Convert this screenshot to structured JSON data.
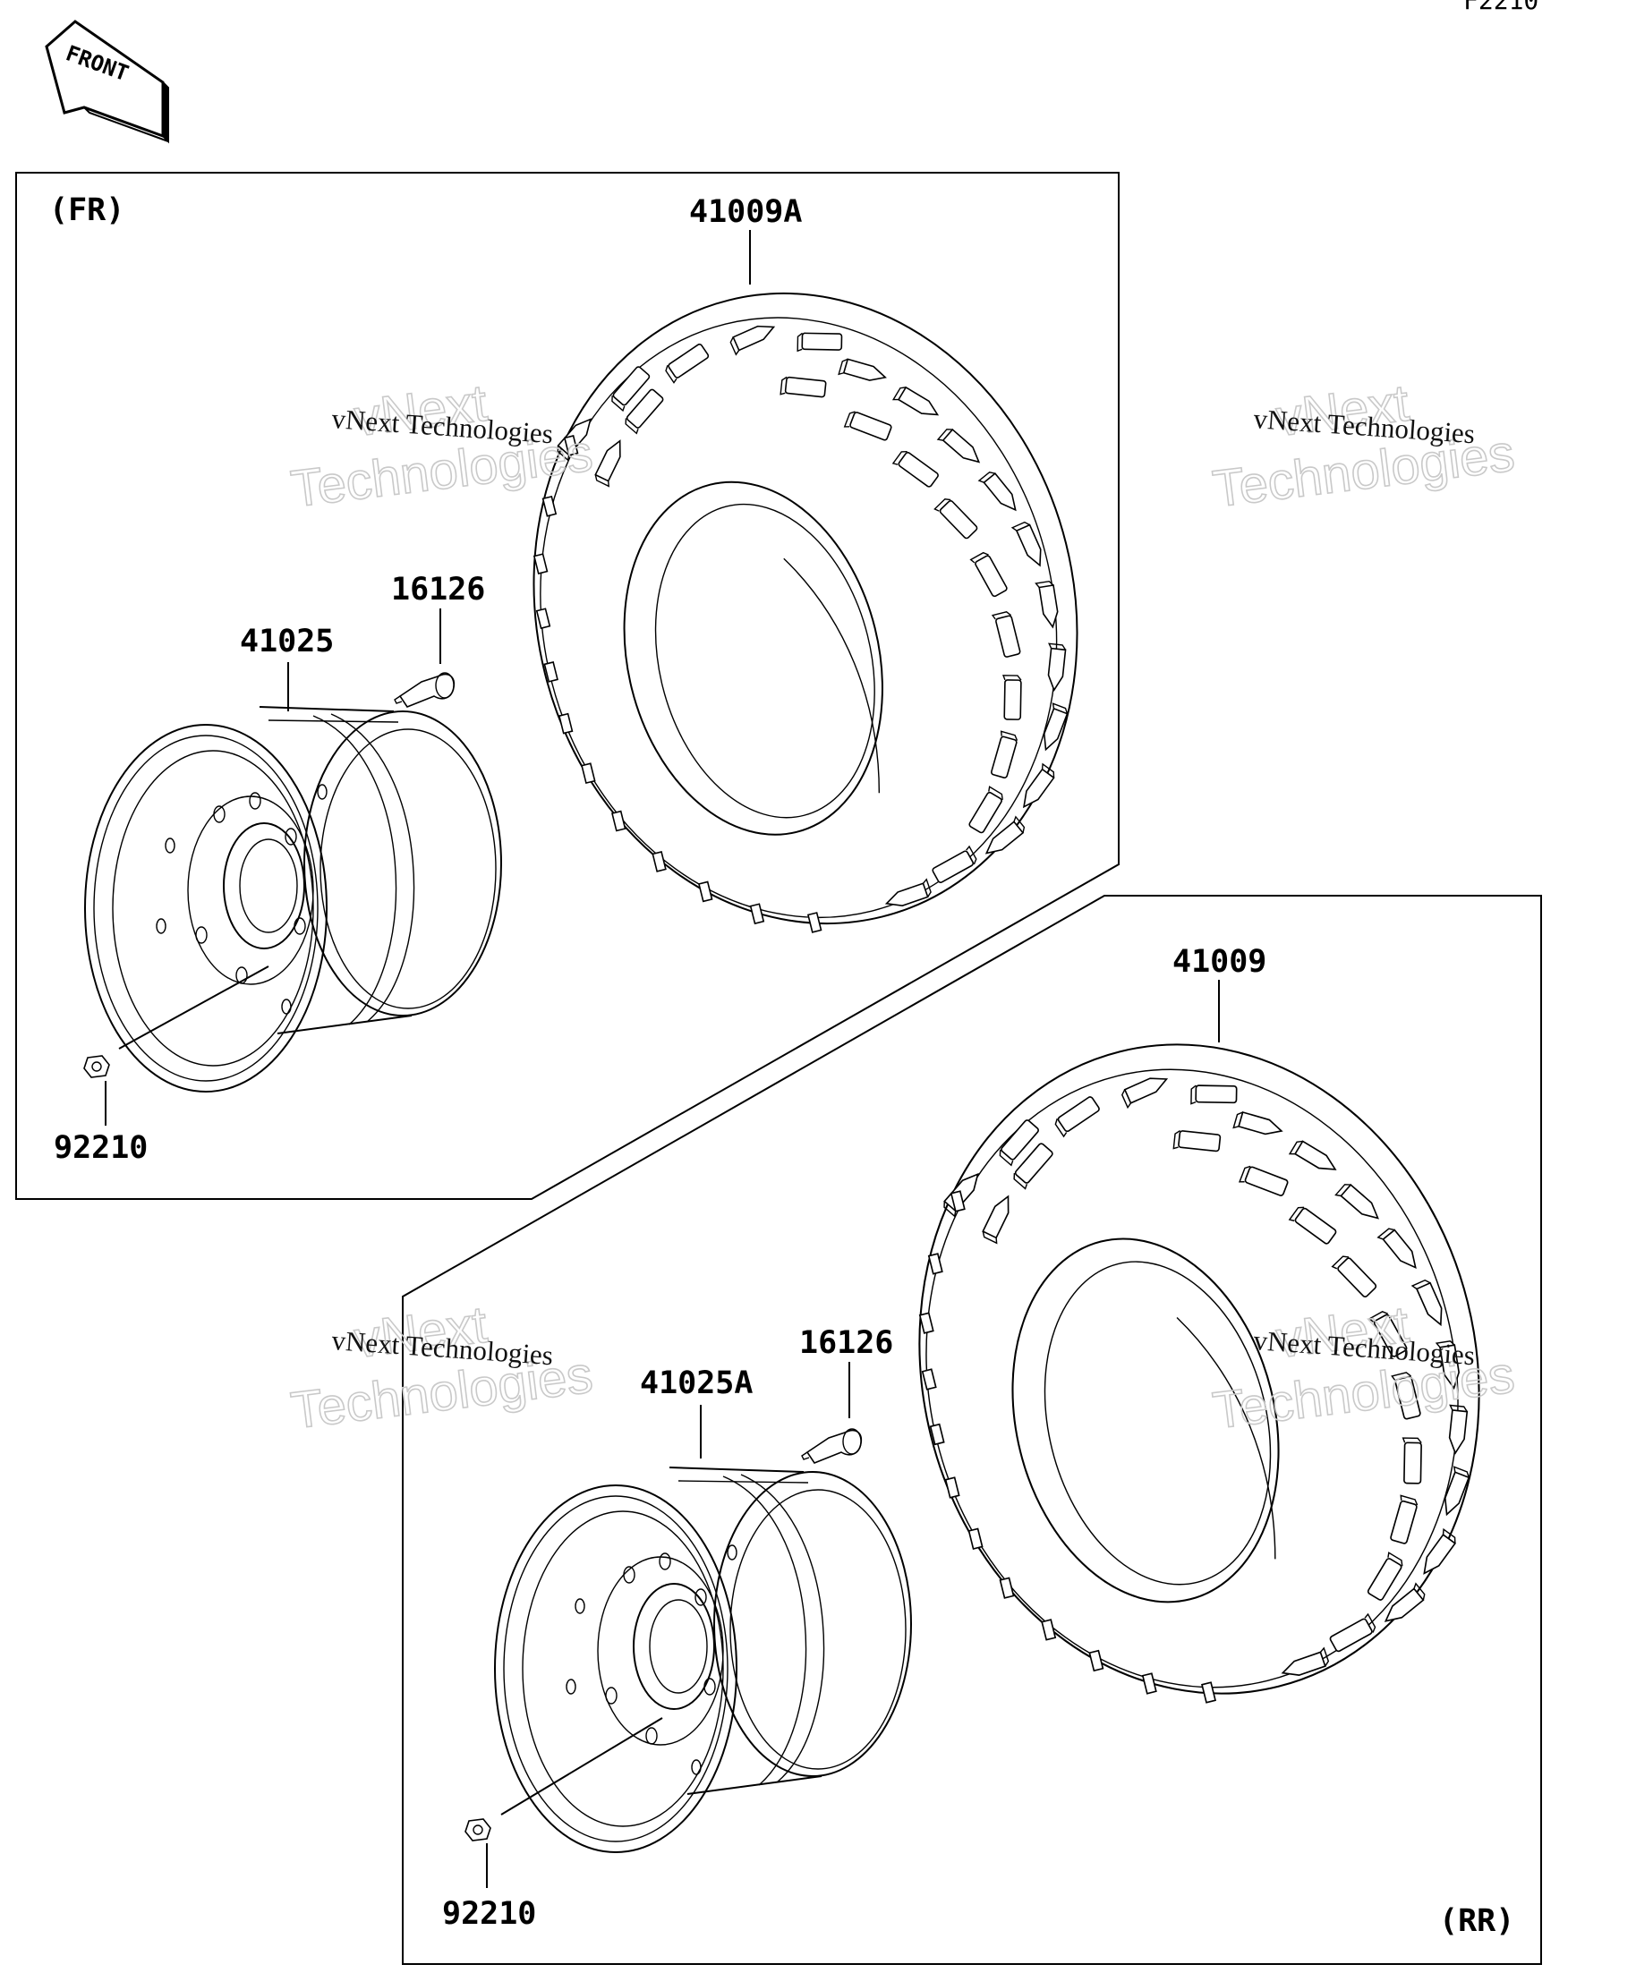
{
  "page_code": "F2210",
  "front_arrow_label": "FRONT",
  "sections": {
    "front": {
      "label": "(FR)",
      "parts": {
        "tire": "41009A",
        "wheel": "41025",
        "valve": "16126",
        "nut": "92210"
      }
    },
    "rear": {
      "label": "(RR)",
      "parts": {
        "tire": "41009",
        "wheel": "41025A",
        "valve": "16126",
        "nut": "92210"
      }
    }
  },
  "watermark": {
    "line_small": "vNext Technologies",
    "line_big_1": "vNext",
    "line_big_2": "Technologies"
  }
}
